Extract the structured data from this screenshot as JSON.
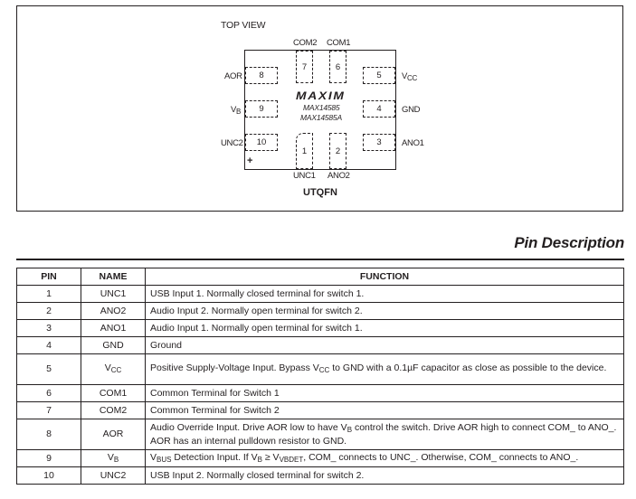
{
  "diagram": {
    "view_label": "TOP VIEW",
    "logo": "MAXIM",
    "part_numbers": [
      "MAX14585",
      "MAX14585A"
    ],
    "package": "UTQFN",
    "orientation_mark": "+",
    "pads": [
      {
        "num": "1",
        "name": "UNC1"
      },
      {
        "num": "2",
        "name": "ANO2"
      },
      {
        "num": "3",
        "name": "ANO1"
      },
      {
        "num": "4",
        "name": "GND"
      },
      {
        "num": "5",
        "name": "VCC",
        "name_main": "V",
        "name_sub": "CC"
      },
      {
        "num": "6",
        "name": "COM1"
      },
      {
        "num": "7",
        "name": "COM2"
      },
      {
        "num": "8",
        "name": "AOR"
      },
      {
        "num": "9",
        "name": "VB",
        "name_main": "V",
        "name_sub": "B"
      },
      {
        "num": "10",
        "name": "UNC2"
      }
    ]
  },
  "section_title": "Pin Description",
  "table": {
    "headers": [
      "PIN",
      "NAME",
      "FUNCTION"
    ],
    "rows": [
      {
        "pin": "1",
        "name": "UNC1",
        "function": "USB Input 1. Normally closed terminal for switch 1."
      },
      {
        "pin": "2",
        "name": "ANO2",
        "function": "Audio Input 2. Normally open terminal for switch 2."
      },
      {
        "pin": "3",
        "name": "ANO1",
        "function": "Audio Input 1. Normally open terminal for switch 1."
      },
      {
        "pin": "4",
        "name": "GND",
        "function": "Ground"
      },
      {
        "pin": "5",
        "name_main": "V",
        "name_sub": "CC",
        "function_parts": [
          "Positive Supply-Voltage Input. Bypass V",
          "CC",
          " to GND with a 0.1µF capacitor as close as possible to the device."
        ]
      },
      {
        "pin": "6",
        "name": "COM1",
        "function": "Common Terminal for Switch 1"
      },
      {
        "pin": "7",
        "name": "COM2",
        "function": "Common Terminal for Switch 2"
      },
      {
        "pin": "8",
        "name": "AOR",
        "function_parts": [
          "Audio Override Input. Drive AOR low to have V",
          "B",
          " control the switch. Drive AOR high to connect COM_ to ANO_. AOR has an internal pulldown resistor to GND."
        ]
      },
      {
        "pin": "9",
        "name_main": "V",
        "name_sub": "B",
        "function_parts": [
          "V",
          "BUS",
          " Detection Input. If V",
          "B",
          " ≥ V",
          "VBDET",
          ", COM_ connects to UNC_. Otherwise, COM_ connects to ANO_."
        ]
      },
      {
        "pin": "10",
        "name": "UNC2",
        "function": "USB Input 2. Normally closed terminal for switch 2."
      }
    ]
  }
}
